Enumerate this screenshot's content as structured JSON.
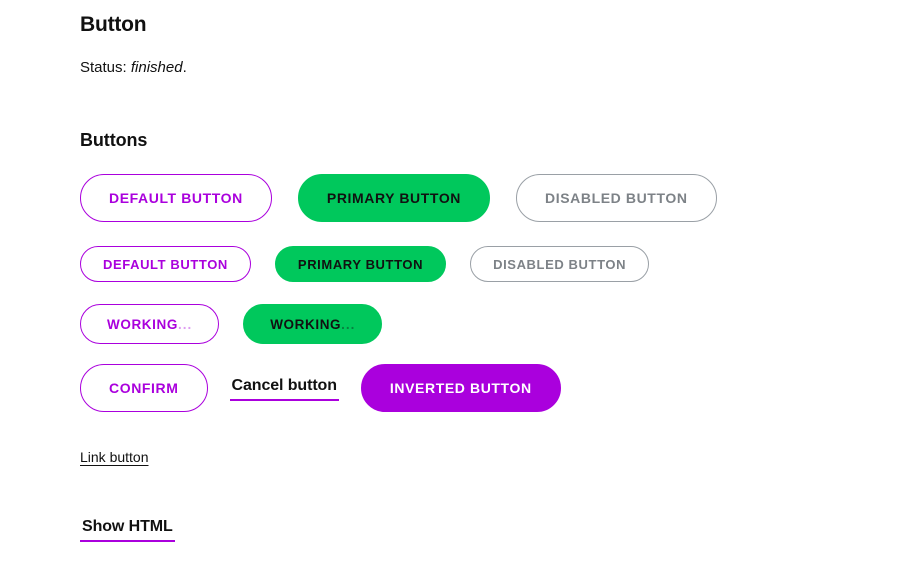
{
  "page": {
    "title": "Button",
    "status_label": "Status:",
    "status_value": "finished",
    "status_punctuation": ".",
    "section_title": "Buttons"
  },
  "colors": {
    "accent_purple": "#AA00DD",
    "accent_green": "#00C85C",
    "disabled_gray": "#7D8287",
    "text": "#111111",
    "background": "#ffffff"
  },
  "rows": {
    "large": [
      {
        "label": "DEFAULT BUTTON",
        "variant": "default"
      },
      {
        "label": "PRIMARY BUTTON",
        "variant": "primary"
      },
      {
        "label": "DISABLED BUTTON",
        "variant": "disabled"
      }
    ],
    "small": [
      {
        "label": "DEFAULT BUTTON",
        "variant": "default"
      },
      {
        "label": "PRIMARY BUTTON",
        "variant": "primary"
      },
      {
        "label": "DISABLED BUTTON",
        "variant": "disabled"
      }
    ],
    "working": [
      {
        "label": "WORKING",
        "dots": "...",
        "variant": "default"
      },
      {
        "label": "WORKING",
        "dots": "...",
        "variant": "primary"
      }
    ],
    "actions": {
      "confirm_label": "CONFIRM",
      "cancel_label": "Cancel button",
      "inverted_label": "INVERTED BUTTON"
    }
  },
  "links": {
    "link_button": "Link button",
    "show_html": "Show HTML"
  }
}
